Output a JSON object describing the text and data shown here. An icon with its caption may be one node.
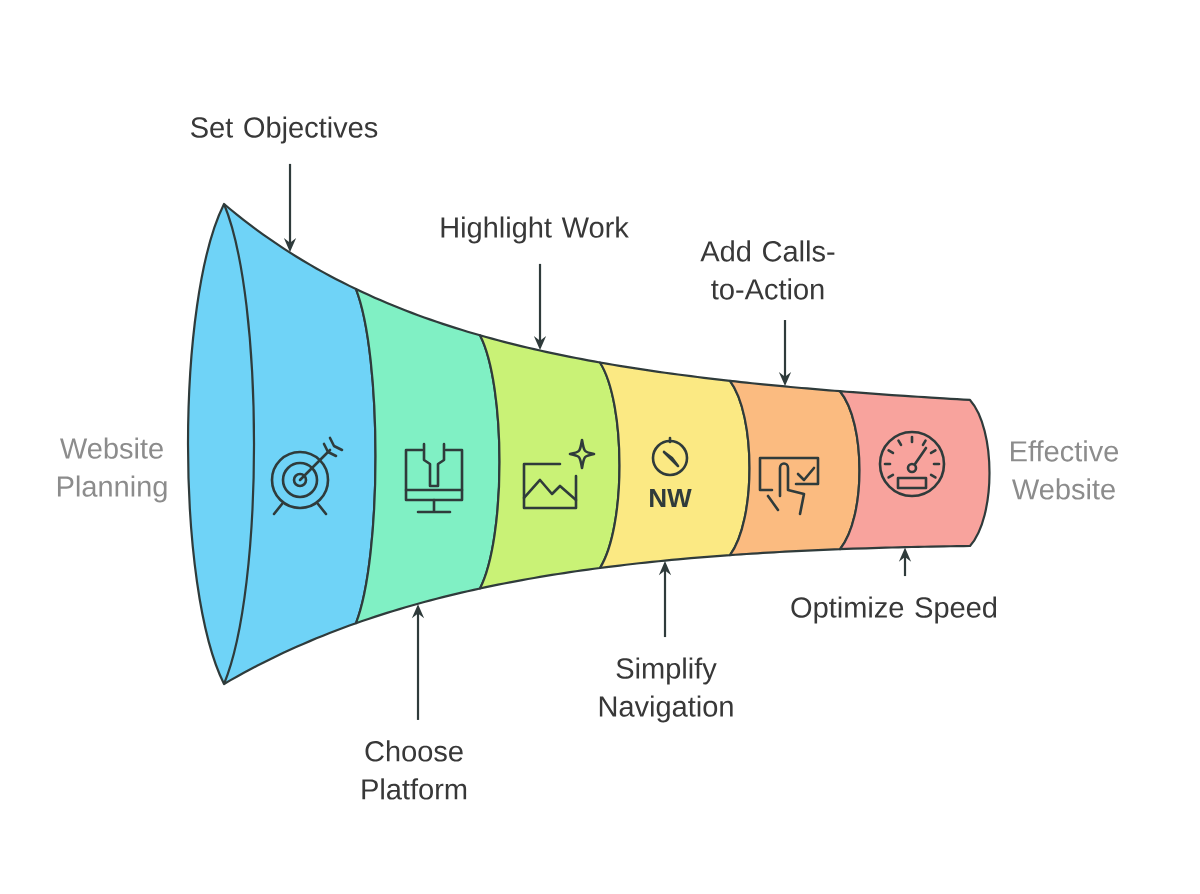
{
  "diagram": {
    "nodes": [
      {
        "text": [],
        "shape": "band"
      },
      {
        "text": [],
        "shape": "band"
      },
      {
        "text": [],
        "shape": "band"
      },
      {
        "text": [],
        "shape": "band"
      },
      {
        "text": [],
        "shape": "band"
      },
      {
        "text": [],
        "shape": "band"
      },
      {
        "text": [
          "Set Objectives"
        ]
      },
      {
        "text": [
          "Choose Platform"
        ]
      },
      {
        "text": [
          "Highlight Work"
        ]
      },
      {
        "text": [
          "Simplify Navigation"
        ]
      },
      {
        "text": [
          "Add Calls-to-Action"
        ]
      },
      {
        "text": [
          "Optimize Speed"
        ]
      }
    ],
    "edges": [
      {
        "from": 6,
        "to": 0,
        "arrow": "to"
      },
      {
        "from": 7,
        "to": 1,
        "arrow": "to"
      },
      {
        "from": 8,
        "to": 2,
        "arrow": "to"
      },
      {
        "from": 9,
        "to": 3,
        "arrow": "to"
      },
      {
        "from": 10,
        "to": 4,
        "arrow": "to"
      },
      {
        "from": 11,
        "to": 5,
        "arrow": "to"
      }
    ],
    "labels": [
      "Website Planning",
      "NW",
      "Effective Website"
    ]
  }
}
